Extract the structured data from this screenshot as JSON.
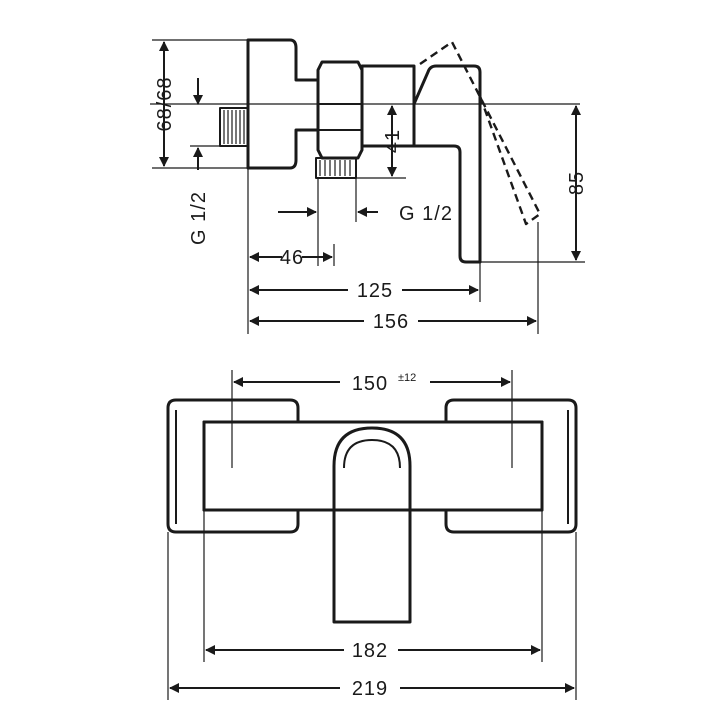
{
  "side_view": {
    "labels": {
      "height_68": "68/68",
      "thread_left": "G 1/2",
      "thread_outlet": "G 1/2",
      "height_41": "41",
      "height_85": "85",
      "depth_46": "46",
      "depth_125": "125",
      "depth_156": "156"
    }
  },
  "front_view": {
    "labels": {
      "centers": "150",
      "centers_tolerance": "±12",
      "width_182": "182",
      "width_219": "219"
    }
  }
}
